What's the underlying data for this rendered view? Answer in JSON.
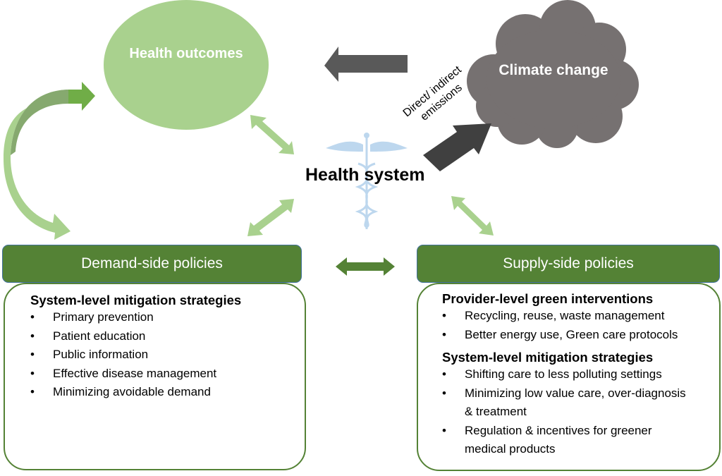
{
  "nodes": {
    "health_outcomes": "Health outcomes",
    "climate_change": "Climate change",
    "health_system": "Health system",
    "emissions_label": "Direct/ indirect emissions"
  },
  "demand": {
    "header": "Demand-side policies",
    "sections": [
      {
        "title": "System-level mitigation strategies",
        "items": [
          "Primary prevention",
          "Patient education",
          "Public information",
          "Effective disease management",
          "Minimizing avoidable demand"
        ]
      }
    ]
  },
  "supply": {
    "header": "Supply-side policies",
    "sections": [
      {
        "title": "Provider-level green interventions",
        "items": [
          "Recycling, reuse, waste management",
          "Better energy use, Green care protocols"
        ]
      },
      {
        "title": "System-level mitigation strategies",
        "items": [
          "Shifting care to less polluting settings",
          "Minimizing low value care, over-diagnosis & treatment",
          "Regulation & incentives for greener medical products"
        ]
      }
    ]
  },
  "icons": [
    "caduceus-icon"
  ],
  "colors": {
    "light_green": "#a9d18e",
    "dark_green": "#548235",
    "cloud": "#767171",
    "arrow_dark": "#404040",
    "arrow_gray": "#595959",
    "caduceus": "#bdd7ee"
  }
}
